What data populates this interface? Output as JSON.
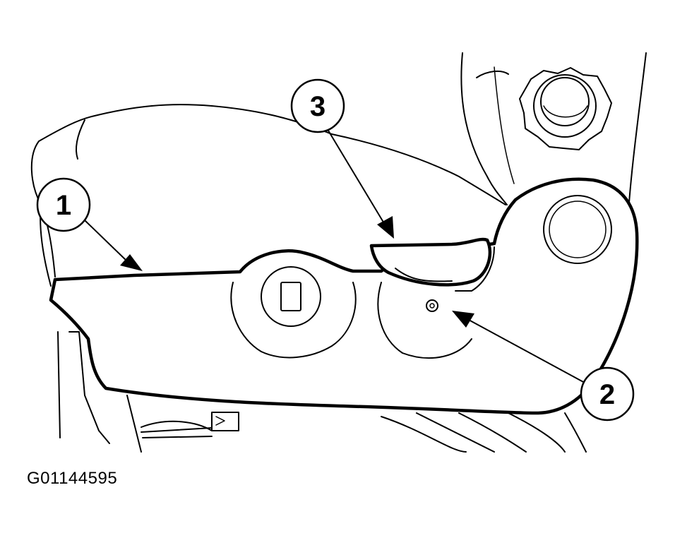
{
  "figure_id": "G01144595",
  "callouts": [
    {
      "id": "1",
      "label": "1"
    },
    {
      "id": "2",
      "label": "2"
    },
    {
      "id": "3",
      "label": "3"
    }
  ]
}
